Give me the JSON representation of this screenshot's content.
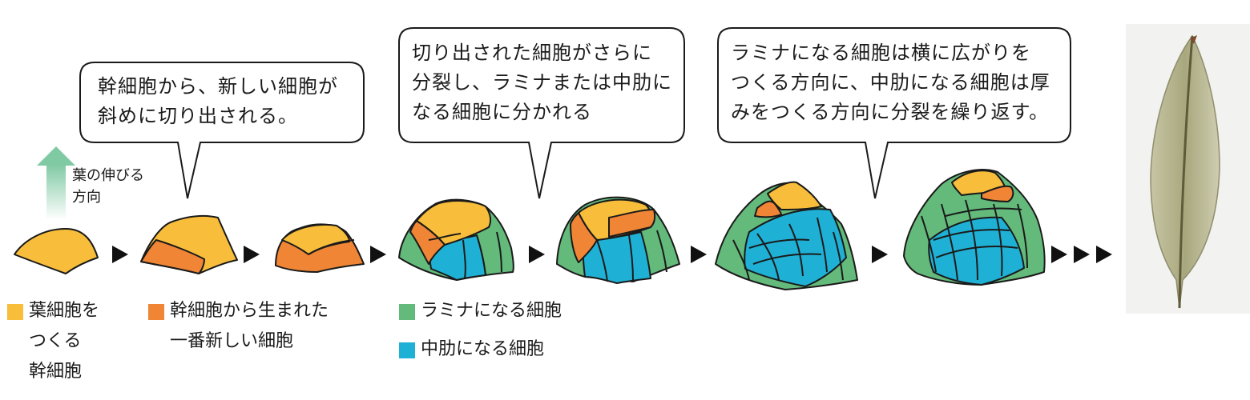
{
  "bubbles": {
    "b1": "幹細胞から、新しい細胞が\n斜めに切り出される。",
    "b2": "切り出された細胞がさらに\n分裂し、ラミナまたは中肋に\nなる細胞に分かれる",
    "b3": "ラミナになる細胞は横に広がりを\nつくる方向に、中肋になる細胞は厚\nみをつくる方向に分裂を繰り返す。"
  },
  "direction_label": "葉の伸びる\n方向",
  "legend": [
    {
      "label": "葉細胞を\nつくる\n幹細胞",
      "color": "#f7bd3b"
    },
    {
      "label": "幹細胞から生まれた\n一番新しい細胞",
      "color": "#ef8535"
    },
    {
      "label": "ラミナになる細胞",
      "color": "#63ba7b"
    },
    {
      "label": "中肋になる細胞",
      "color": "#1fb1d5"
    }
  ],
  "colors": {
    "stem_cell": "#f7bd3b",
    "newest_cell": "#ef8535",
    "lamina_cell": "#63ba7b",
    "midrib_cell": "#1fb1d5",
    "arrow_gradient_top": "#7fc9a3",
    "outline": "#1a1a1a"
  }
}
